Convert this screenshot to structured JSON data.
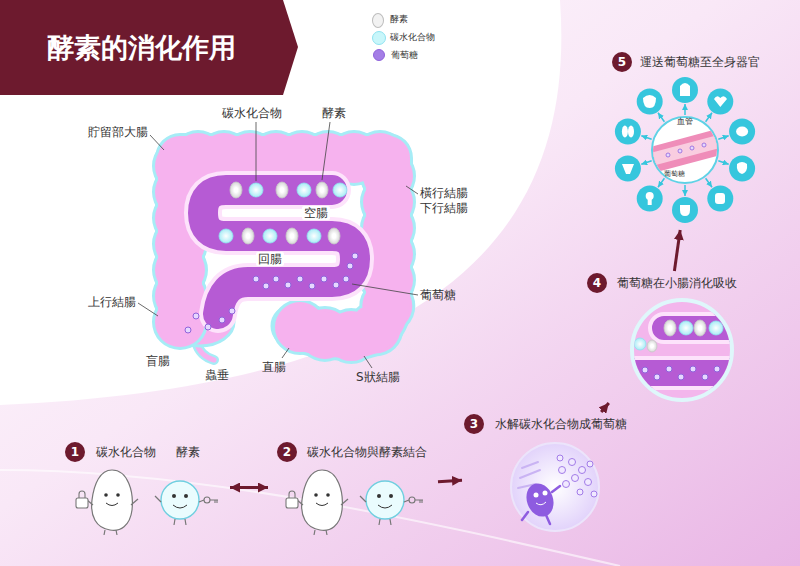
{
  "diagram": {
    "title": "酵素的消化作用",
    "nodes": [
      {
        "text": [
          "1",
          "碳水化合物",
          "酵素"
        ]
      },
      {
        "text": [
          "2",
          "碳水化合物與酵素結合"
        ]
      },
      {
        "text": [
          "3",
          "水解碳水化合物成葡萄糖"
        ]
      },
      {
        "text": [
          "4",
          "葡萄糖在小腸消化吸收"
        ]
      },
      {
        "text": [
          "5",
          "運送葡萄糖至全身器官"
        ]
      }
    ],
    "edges": [
      {
        "from": 0,
        "to": 1,
        "arrow": "both"
      },
      {
        "from": 1,
        "to": 2,
        "arrow": "to"
      },
      {
        "from": 2,
        "to": 3,
        "arrow": "to"
      },
      {
        "from": 3,
        "to": 4,
        "arrow": "to"
      }
    ],
    "labels": [
      "貯留部大腸",
      "碳水化合物",
      "酵素",
      "空腸",
      "橫行結腸",
      "下行結腸",
      "回腸",
      "葡萄糖",
      "上行結腸",
      "盲腸",
      "直腸",
      "蟲垂",
      "S狀結腸",
      "血管",
      "葡萄糖"
    ],
    "legend": [
      {
        "text": "酵素",
        "color": "#f2f2f2"
      },
      {
        "text": "碳水化合物",
        "color": "#c8f6fa"
      },
      {
        "text": "葡萄糖",
        "color": "#a47ee6"
      }
    ]
  }
}
